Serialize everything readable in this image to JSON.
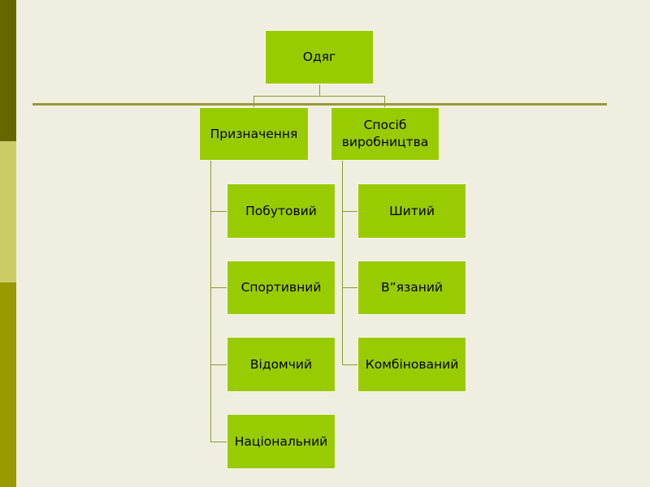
{
  "diagram": {
    "root": {
      "label": "Одяг"
    },
    "branches": [
      {
        "label": "Призначення",
        "children": [
          "Побутовий",
          "Спортивний",
          "Відомчий",
          "Національний"
        ]
      },
      {
        "label": "Спосіб виробництва",
        "children": [
          "Шитий",
          "В”язаний",
          "Комбінований"
        ]
      }
    ],
    "colors": {
      "node_fill": "#99cc00",
      "connector": "#8c9a2a",
      "background": "#f0eee1",
      "stripe_top": "#666600",
      "stripe_middle": "#cccc66",
      "stripe_bottom": "#999900"
    }
  }
}
